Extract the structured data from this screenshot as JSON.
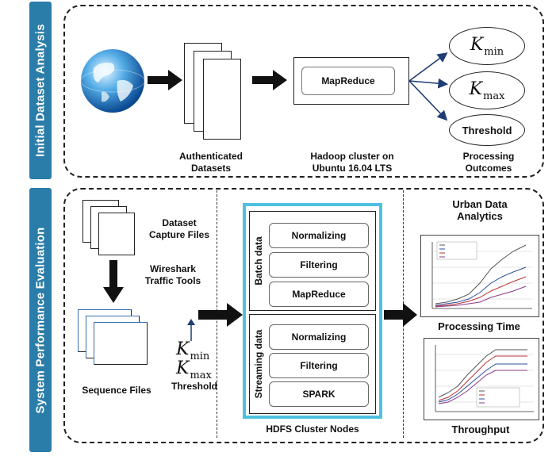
{
  "sections": {
    "top_title": "Initial Dataset Analysis",
    "bottom_title": "System Performance Evaluation"
  },
  "top": {
    "authenticated_datasets": "Authenticated\nDatasets",
    "mapreduce": "MapReduce",
    "hadoop_cluster": "Hadoop cluster on\nUbuntu 16.04 LTS",
    "processing_outcomes": "Processing\nOutcomes",
    "outcomes": [
      {
        "var": "K",
        "sub": "min"
      },
      {
        "var": "K",
        "sub": "max"
      },
      {
        "text": "Threshold"
      }
    ]
  },
  "bottom": {
    "dataset_capture_files": "Dataset\nCapture Files",
    "wireshark": "Wireshark\nTraffic Tools",
    "sequence_files": "Sequence Files",
    "params": {
      "kmin_var": "K",
      "kmin_sub": "min",
      "kmax_var": "K",
      "kmax_sub": "max",
      "threshold": "Threshold"
    },
    "hdfs": {
      "caption": "HDFS Cluster Nodes",
      "batch": {
        "title": "Batch data",
        "steps": [
          "Normalizing",
          "Filtering",
          "MapReduce"
        ]
      },
      "streaming": {
        "title": "Streaming data",
        "steps": [
          "Normalizing",
          "Filtering",
          "SPARK"
        ]
      }
    },
    "analytics_title": "Urban Data\nAnalytics",
    "chart1_caption": "Processing Time",
    "chart2_caption": "Throughput"
  },
  "colors": {
    "sidebar": "#2a7da8",
    "hdfs_border": "#4fc1e0",
    "arrow": "#111111",
    "outcome_arrow": "#1f3c73"
  },
  "icons": [
    "globe-icon",
    "document-stack-icon",
    "arrow-icon"
  ]
}
